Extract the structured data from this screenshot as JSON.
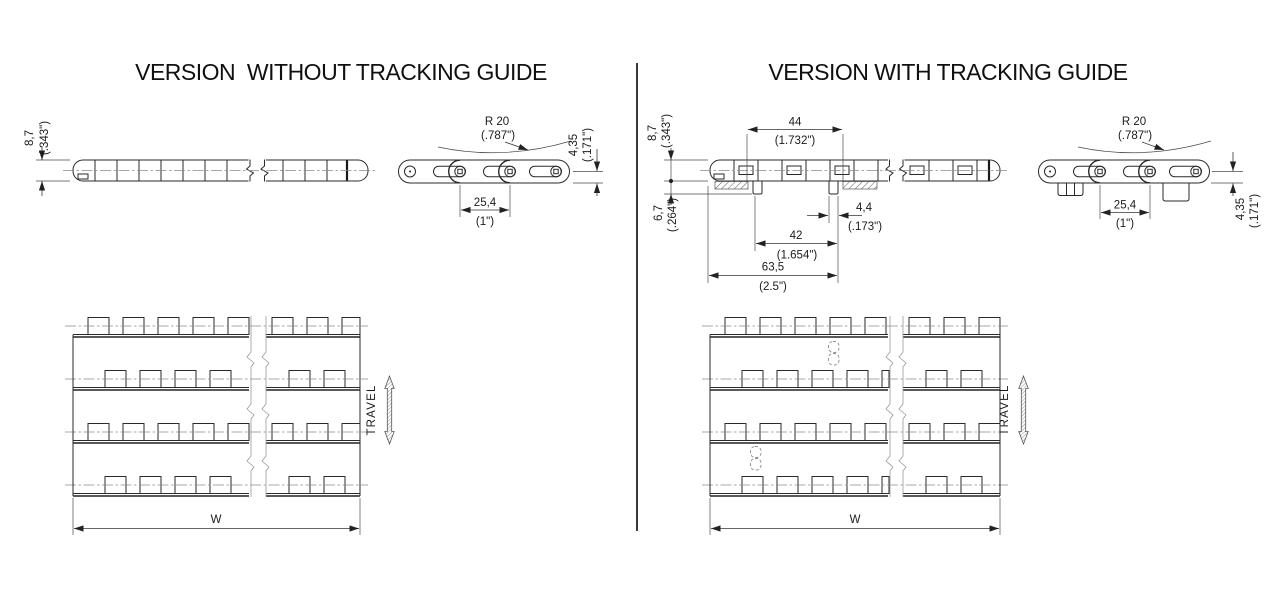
{
  "left": {
    "title": "VERSION  WITHOUT TRACKING GUIDE",
    "front": {
      "thickness_mm": "8,7",
      "thickness_in": "(.343\")"
    },
    "side": {
      "radius_mm": "R 20",
      "radius_in": "(.787\")",
      "surface_mm": "4,35",
      "surface_in": "(.171\")",
      "pitch_mm": "25,4",
      "pitch_in": "(1\")"
    },
    "top": {
      "width_label": "W",
      "travel_label": "TRAVEL"
    }
  },
  "right": {
    "title": "VERSION WITH TRACKING GUIDE",
    "front": {
      "thickness_mm": "8,7",
      "thickness_in": "(.343\")",
      "guide_depth_mm": "6,7",
      "guide_depth_in": "(.264\")",
      "guide_span_mm": "44",
      "guide_span_in": "(1.732\")",
      "tab_width_mm": "4,4",
      "tab_width_in": "(.173\")",
      "tab_span_mm": "42",
      "tab_span_in": "(1.654\")",
      "overall_mm": "63,5",
      "overall_in": "(2.5\")"
    },
    "side": {
      "radius_mm": "R 20",
      "radius_in": "(.787\")",
      "surface_mm": "4,35",
      "surface_in": "(.171\")",
      "pitch_mm": "25,4",
      "pitch_in": "(1\")"
    },
    "top": {
      "width_label": "W",
      "travel_label": "TRAVEL"
    }
  }
}
